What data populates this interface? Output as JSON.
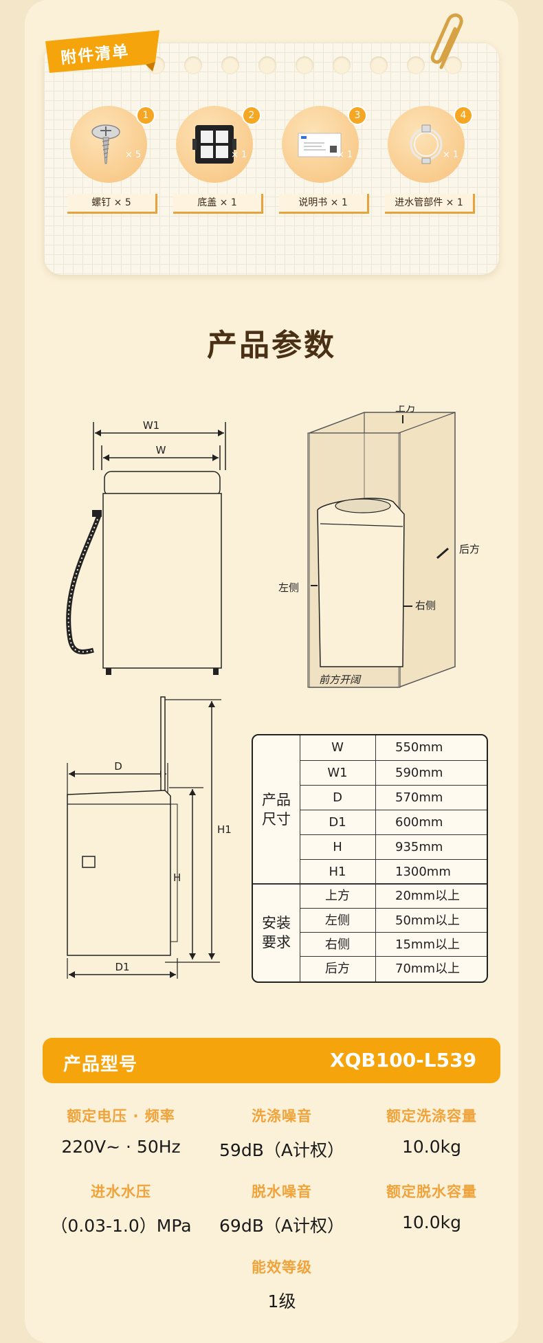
{
  "accessories": {
    "title": "附件清单",
    "items": [
      {
        "number": "1",
        "qty": "× 5",
        "label": "螺钉 × 5",
        "icon": "screw-icon"
      },
      {
        "number": "2",
        "qty": "× 1",
        "label": "底盖 × 1",
        "icon": "base-cover-icon"
      },
      {
        "number": "3",
        "qty": "× 1",
        "label": "说明书 × 1",
        "icon": "manual-icon"
      },
      {
        "number": "4",
        "qty": "× 1",
        "label": "进水管部件 × 1",
        "icon": "water-hose-icon"
      }
    ]
  },
  "section_title": "产品参数",
  "diagram_labels": {
    "w1": "W1",
    "w": "W",
    "d": "D",
    "d1": "D1",
    "h": "H",
    "h1": "H1",
    "top": "上方",
    "left": "左侧",
    "right": "右侧",
    "back": "后方",
    "front": "前方开阔"
  },
  "spec_table": {
    "size_group": "产品\n尺寸",
    "size_rows": [
      {
        "k": "W",
        "v": "550mm"
      },
      {
        "k": "W1",
        "v": "590mm"
      },
      {
        "k": "D",
        "v": "570mm"
      },
      {
        "k": "D1",
        "v": "600mm"
      },
      {
        "k": "H",
        "v": "935mm"
      },
      {
        "k": "H1",
        "v": "1300mm"
      }
    ],
    "install_group": "安装\n要求",
    "install_rows": [
      {
        "k": "上方",
        "v": "20mm以上"
      },
      {
        "k": "左侧",
        "v": "50mm以上"
      },
      {
        "k": "右侧",
        "v": "15mm以上"
      },
      {
        "k": "后方",
        "v": "70mm以上"
      }
    ]
  },
  "model": {
    "label": "产品型号",
    "value": "XQB100-L539"
  },
  "params": [
    {
      "label": "额定电压 · 频率",
      "value": "220V~ · 50Hz"
    },
    {
      "label": "洗涤噪音",
      "value": "59dB（A计权）"
    },
    {
      "label": "额定洗涤容量",
      "value": "10.0kg"
    },
    {
      "label": "进水水压",
      "value": "（0.03-1.0）MPa"
    },
    {
      "label": "脱水噪音",
      "value": "69dB（A计权）"
    },
    {
      "label": "额定脱水容量",
      "value": "10.0kg"
    },
    {
      "label": "能效等级",
      "value": "1级"
    }
  ],
  "colors": {
    "accent": "#f5a40c",
    "label_orange": "#f0a33a",
    "brown_title": "#4a3014"
  }
}
